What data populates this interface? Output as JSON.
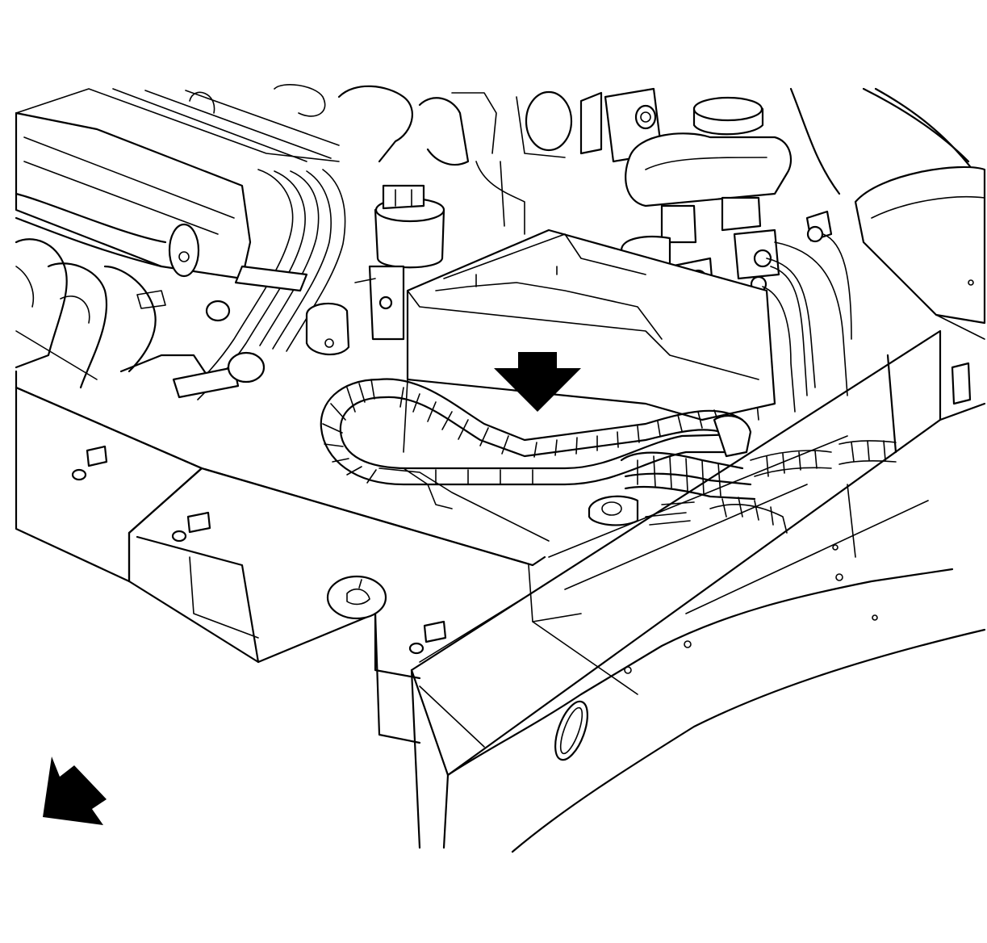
{
  "figure": {
    "type": "technical-line-illustration",
    "subject": "engine-compartment",
    "ink_color": "#000000",
    "background_color": "#ffffff",
    "callouts": [
      {
        "icon": "arrow-down-icon",
        "role": "points to harness"
      },
      {
        "icon": "arrow-front-icon",
        "role": "vehicle front direction"
      }
    ]
  }
}
